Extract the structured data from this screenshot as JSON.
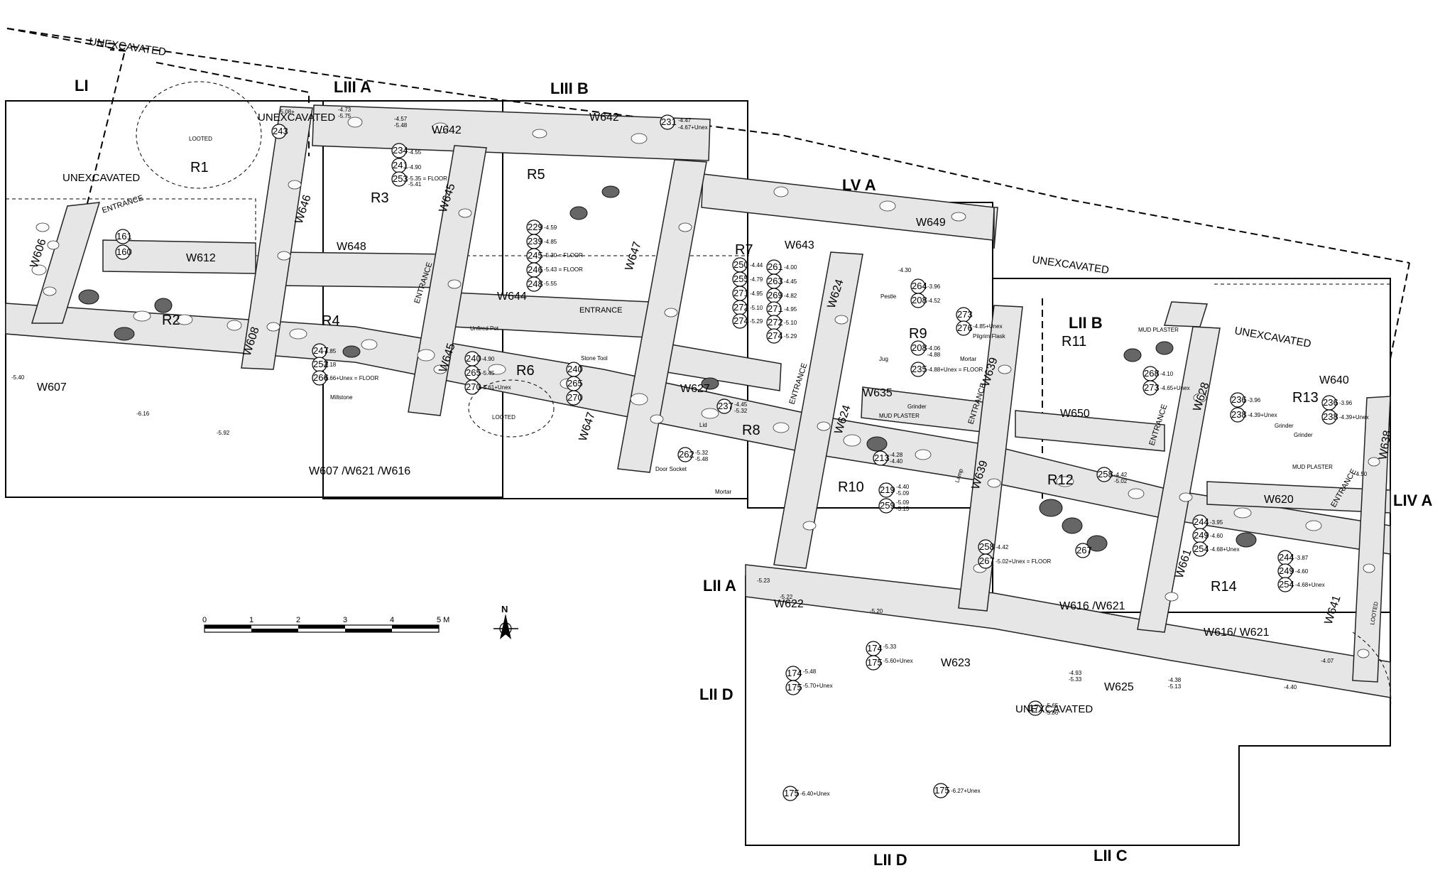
{
  "areas": [
    "LI",
    "LIII A",
    "LIII B",
    "LV A",
    "LII B",
    "LIV A",
    "LII A",
    "LII D",
    "LII D",
    "LII C"
  ],
  "rooms": [
    "R1",
    "R2",
    "R3",
    "R4",
    "R5",
    "R6",
    "R7",
    "R8",
    "R9",
    "R10",
    "R11",
    "R12",
    "R13",
    "R14"
  ],
  "walls": [
    "W606",
    "W607",
    "W612",
    "W608",
    "W646",
    "W648",
    "W645",
    "W645",
    "W642",
    "W642",
    "W644",
    "W647",
    "W647",
    "W643",
    "W649",
    "W627",
    "W624",
    "W624",
    "W635",
    "W639",
    "W639",
    "W650",
    "W628",
    "W661",
    "W640",
    "W638",
    "W620",
    "W641",
    "W622",
    "W623",
    "W625",
    "W607 /W621 /W616",
    "W616 /W621",
    "W616/ W621"
  ],
  "unexcavated": [
    "UNEXCAVATED",
    "UNEXCAVATED",
    "UNEXCAVATED",
    "UNEXCAVATED",
    "UNEXCAVATED",
    "UNEXCAVATED"
  ],
  "small_labels": [
    "LOOTED",
    "LOOTED",
    "LOOTED",
    "MUD PLASTER",
    "MUD PLASTER",
    "MUD PLASTER"
  ],
  "entrances": [
    "ENTRANCE",
    "ENTRANCE",
    "ENTRANCE",
    "ENTRANCE",
    "ENTRANCE",
    "ENTRANCE",
    "ENTRANCE"
  ],
  "loci": [
    "161",
    "160",
    "243",
    "234",
    "241",
    "253",
    "231",
    "229",
    "239",
    "245",
    "246",
    "248",
    "247",
    "252",
    "266",
    "240",
    "265",
    "270",
    "240",
    "265",
    "270",
    "250",
    "255",
    "271",
    "272",
    "274",
    "261",
    "263",
    "269",
    "271",
    "272",
    "274",
    "237",
    "262",
    "264",
    "208",
    "273",
    "276",
    "208",
    "235",
    "213",
    "219",
    "259",
    "258",
    "267",
    "268",
    "273",
    "258",
    "267",
    "236",
    "238",
    "236",
    "238",
    "244",
    "249",
    "254",
    "244",
    "249",
    "254",
    "174",
    "175",
    "174",
    "175",
    "171",
    "175",
    "175"
  ],
  "annotations": [
    "Pestle",
    "Jug",
    "Mortar",
    "Grinder",
    "Pilgrim Flask",
    "Millstone",
    "Stone Tool",
    "Lid",
    "Door Socket",
    "Mortar",
    "Unfired Pot",
    "Lamp",
    "Grinder",
    "Grinder"
  ],
  "elevations": [
    "-5.08+",
    "-4.73",
    "-5.75",
    "-4.57",
    "-5.48",
    "-4.55",
    "-4.90",
    "-5.35 = FLOOR",
    "-5.41",
    "-4.47",
    "-4.67+Unex",
    "-4.59",
    "-4.85",
    "-5.30 = FLOOR",
    "-5.43 = FLOOR",
    "-5.55",
    "-4.85",
    "-5.18",
    "-5.66+Unex = FLOOR",
    "-4.90",
    "-5.45",
    "-5.61+Unex",
    "-4.44",
    "-4.79",
    "-4.95",
    "-5.10",
    "-5.29",
    "-4.00",
    "-4.45",
    "-4.82",
    "-4.95",
    "-5.10",
    "-5.29",
    "-4.45",
    "-5.32",
    "-5.32",
    "-5.48",
    "-3.96",
    "-4.52",
    "-4.30",
    "-4.85+Unex",
    "-4.06",
    "-4.88",
    "-4.88+Unex = FLOOR",
    "-4.28",
    "-4.40",
    "-4.40",
    "-5.09",
    "-5.09",
    "-5.15",
    "-4.42",
    "-5.02+Unex = FLOOR",
    "-4.10",
    "-4.65+Unex",
    "-4.42",
    "-5.02",
    "-3.96",
    "-4.39+Unex",
    "-3.96",
    "-4.39+Unex",
    "-3.95",
    "-4.60",
    "-4.68+Unex",
    "-3.87",
    "-4.60",
    "-4.68+Unex",
    "-5.33",
    "-5.60+Unex",
    "-5.48",
    "-5.70+Unex",
    "-5.65",
    "-5.86",
    "-6.40+Unex",
    "-6.27+Unex",
    "-5.40",
    "-6.16",
    "-5.92",
    "-4.50",
    "-5.23",
    "-5.22",
    "-5.20",
    "-4.93",
    "-5.33",
    "-4.38",
    "-5.13",
    "-4.07",
    "-4.40"
  ],
  "scale_bar": {
    "ticks": [
      "0",
      "1",
      "2",
      "3",
      "4",
      "5 M"
    ]
  },
  "north_label": "N"
}
